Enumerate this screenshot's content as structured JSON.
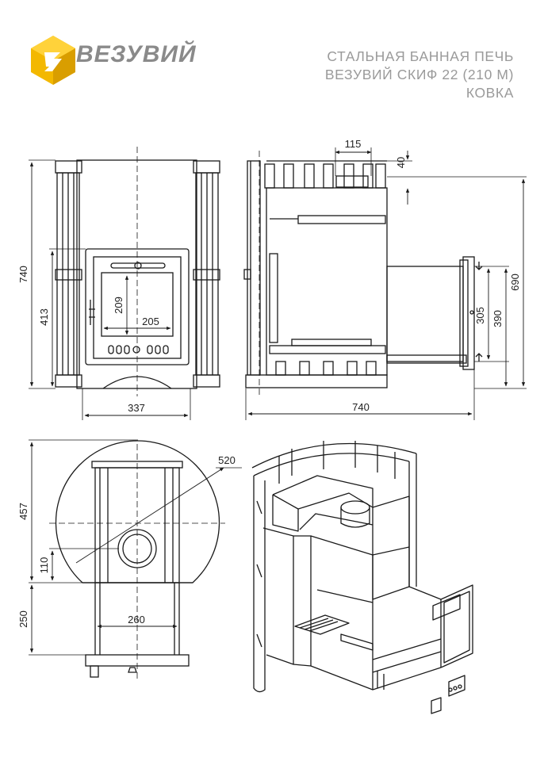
{
  "brand": {
    "name": "ВЕЗУВИЙ",
    "logo_icon": "vesuvius-cube-logo-icon",
    "colors": {
      "logo_yellow": "#f3b800",
      "logo_text": "#8a8a8a",
      "title_text": "#9a9a9a",
      "line": "#1a1a1a"
    }
  },
  "title": {
    "line1": "СТАЛЬНАЯ БАННАЯ ПЕЧЬ",
    "line2": "ВЕЗУВИЙ СКИФ 22 (210 М)",
    "line3": "КОВКА"
  },
  "dimensions": {
    "front": {
      "height_total": "740",
      "height_door": "413",
      "door_height": "209",
      "door_width": "205",
      "width": "337"
    },
    "side": {
      "top_width": "115",
      "top_offset": "40",
      "depth": "740",
      "height": "690",
      "box_height": "390",
      "box_inner": "305"
    },
    "top": {
      "radius": "520",
      "depth": "457",
      "offset": "110",
      "extension": "250",
      "extension_width": "260"
    }
  }
}
